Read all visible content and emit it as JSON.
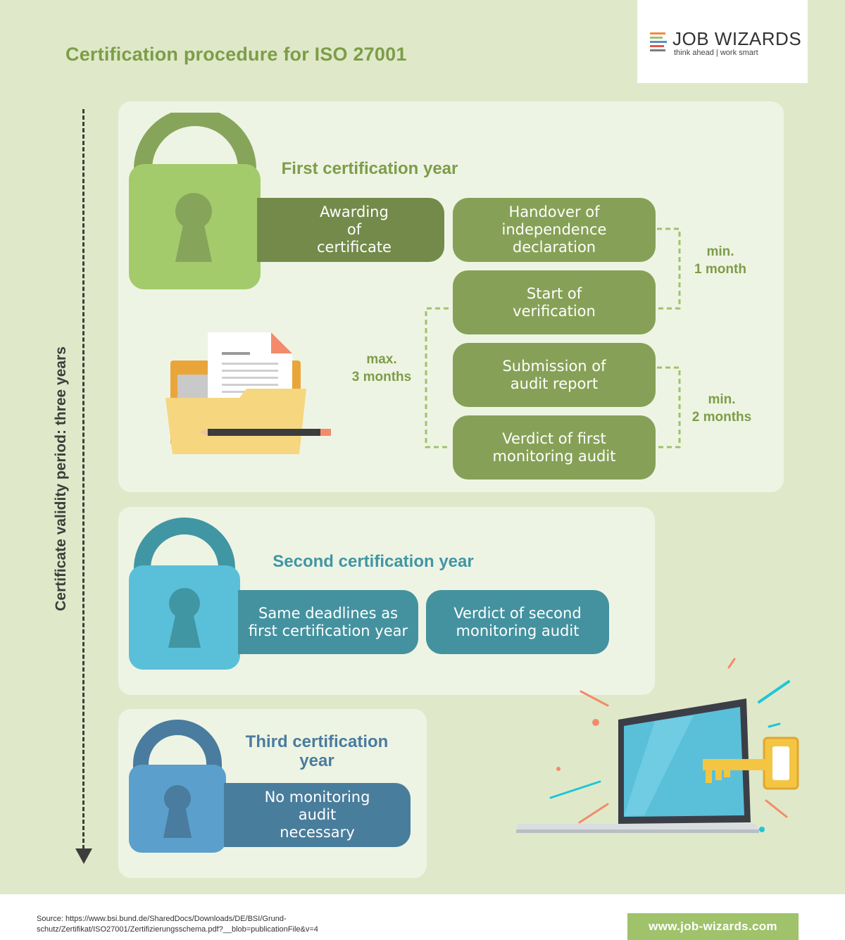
{
  "header": {
    "title": "Certification procedure for ISO 27001",
    "logo_name": "JOB WIZARDS",
    "logo_tagline": "think ahead | work smart"
  },
  "timeline": {
    "label": "Certificate validity period: three years"
  },
  "year1": {
    "title": "First certification year",
    "award": "Awarding of certificate",
    "steps": [
      "Handover of independence declaration",
      "Start of verification",
      "Submission of audit report",
      "Verdict of first monitoring audit"
    ],
    "notes": {
      "min_1_month": "min.\n1 month",
      "max_3_months": "max.\n3 months",
      "min_2_months": "min.\n2 months"
    }
  },
  "year2": {
    "title": "Second certification year",
    "steps": [
      "Same deadlines as first  certification year",
      "Verdict of second monitoring audit"
    ]
  },
  "year3": {
    "title": "Third certification year",
    "steps": [
      "No monitoring audit necessary"
    ]
  },
  "footer": {
    "source": "Source: https://www.bsi.bund.de/SharedDocs/Downloads/DE/BSI/Grund-\nschutz/Zertifikat/ISO27001/Zertifizierungsschema.pdf?__blob=publicationFile&v=4",
    "url": "www.job-wizards.com"
  },
  "colors": {
    "background": "#dfe9c9",
    "panel": "#eef4e4",
    "green_dark": "#738a4a",
    "green_mid": "#86a157",
    "green_title": "#7d9d48",
    "lock1_body": "#a3cb6b",
    "lock1_shackle": "#86a55a",
    "teal_dark": "#44929f",
    "lock2_body": "#5ac0da",
    "lock2_shackle": "#4196a3",
    "blue_dark": "#497d9c",
    "lock3_body": "#5b9fcd",
    "lock3_shackle": "#497c9e"
  }
}
